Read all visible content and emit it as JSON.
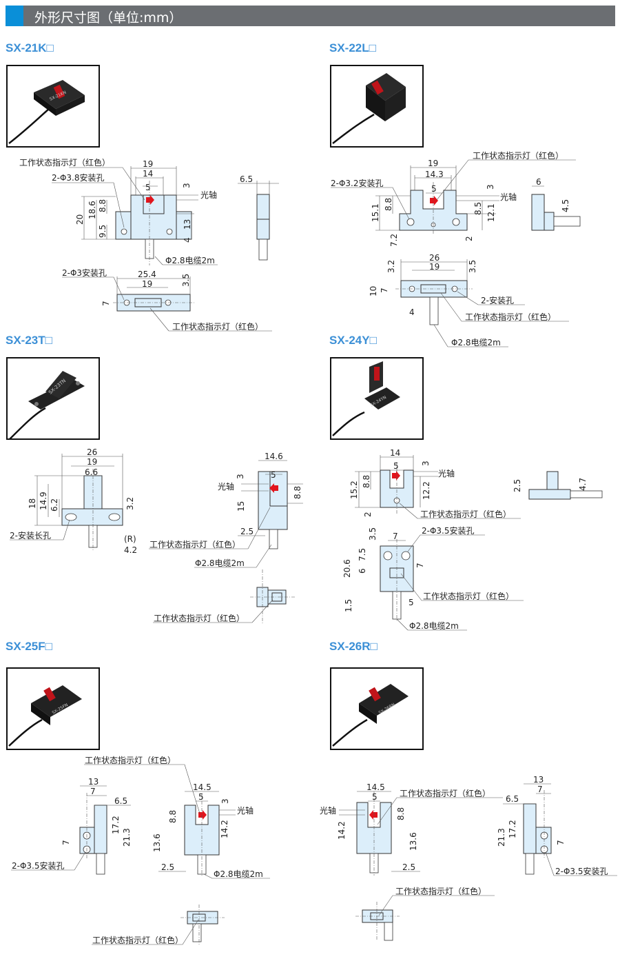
{
  "header": {
    "title": "外形尺寸图（单位:mm）"
  },
  "models": [
    {
      "id": "sx21",
      "name": "SX-21K□",
      "body_label": "SX-21KN"
    },
    {
      "id": "sx22",
      "name": "SX-22L□"
    },
    {
      "id": "sx23",
      "name": "SX-23T□",
      "body_label": "SX-23TN"
    },
    {
      "id": "sx24",
      "name": "SX-24Y□",
      "body_label": "SX-24YN"
    },
    {
      "id": "sx25",
      "name": "SX-25F□",
      "body_label": "SX-25FN"
    },
    {
      "id": "sx26",
      "name": "SX-26R□",
      "body_label": "SX-26RN"
    }
  ],
  "labels": {
    "indicator": "工作状态指示灯（红色）",
    "optical_axis": "光轴",
    "cable": "Φ2.8电缆2m",
    "holes_38": "2-Φ3.8安装孔",
    "holes_32": "2-Φ3.2安装孔",
    "holes_3": "2-Φ3安装孔",
    "holes_mount": "2-安装孔",
    "slot_long": "2-安装长孔",
    "holes_35": "2-Φ3.5安装孔",
    "radius": "(R)"
  },
  "dims": {
    "sx21": [
      "19",
      "14",
      "5",
      "3",
      "18.6",
      "8.8",
      "20",
      "9.5",
      "13",
      "4",
      "6.5",
      "25.4",
      "19",
      "3.5",
      "7"
    ],
    "sx22": [
      "19",
      "14.3",
      "5",
      "3",
      "15.1",
      "8.8",
      "8.5",
      "12.1",
      "7.2",
      "2",
      "6",
      "4.5",
      "26",
      "19",
      "3.5",
      "3.2",
      "10",
      "7",
      "4"
    ],
    "sx23": [
      "26",
      "19",
      "6.6",
      "18",
      "14.9",
      "6.2",
      "3.2",
      "4.2",
      "14.6",
      "5",
      "3",
      "8.8",
      "15",
      "2.5"
    ],
    "sx24": [
      "14",
      "5",
      "3",
      "15.2",
      "8.8",
      "12.2",
      "2",
      "2.5",
      "4.7",
      "7",
      "3.5",
      "7.5",
      "6",
      "20.6",
      "7",
      "1.5",
      "5"
    ],
    "sx25": [
      "13",
      "7",
      "6.5",
      "17.2",
      "21.3",
      "7",
      "14.5",
      "5",
      "3",
      "8.8",
      "14.2",
      "13.6",
      "2.5"
    ],
    "sx26": [
      "14.5",
      "5",
      "8.8",
      "14.2",
      "13.6",
      "2.5",
      "13",
      "7",
      "6.5",
      "21.3",
      "17.2",
      "7"
    ]
  },
  "colors": {
    "accent": "#0a8fd8",
    "header": "#6b6e72",
    "model": "#3b8fd6",
    "indicator": "#e2141c",
    "body": "#dceefa"
  }
}
